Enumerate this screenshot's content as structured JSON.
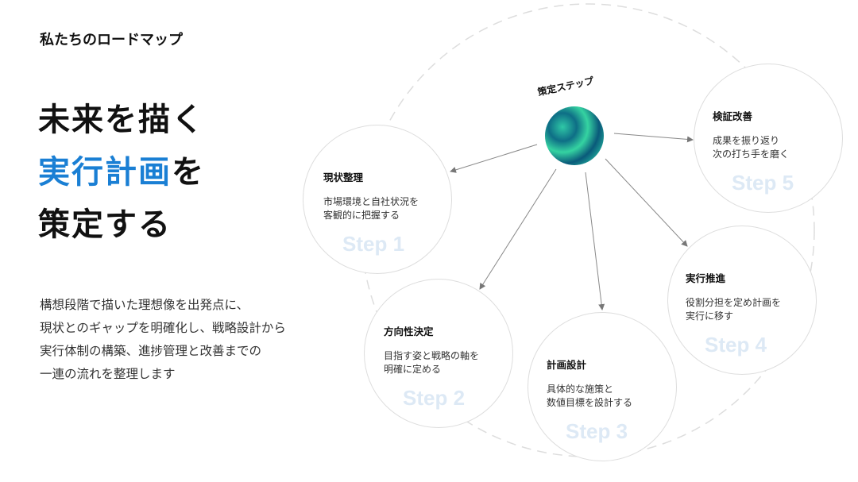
{
  "kicker": "私たちのロードマップ",
  "headline": {
    "line1": "未来を描く",
    "accent": "実行計画",
    "line2_rest": "を",
    "line3": "策定する"
  },
  "description": [
    "構想段階で描いた理想像を出発点に、",
    "現状とのギャップを明確化し、戦略設計から",
    "実行体制の構築、進捗管理と改善までの",
    "一連の流れを整理します"
  ],
  "hub": {
    "label": "策定ステップ"
  },
  "steps": [
    {
      "title": "現状整理",
      "desc": [
        "市場環境と自社状況を",
        "客観的に把握する"
      ],
      "step": "Step 1"
    },
    {
      "title": "方向性決定",
      "desc": [
        "目指す姿と戦略の軸を",
        "明確に定める"
      ],
      "step": "Step 2"
    },
    {
      "title": "計画設計",
      "desc": [
        "具体的な施策と",
        "数値目標を設計する"
      ],
      "step": "Step 3"
    },
    {
      "title": "実行推進",
      "desc": [
        "役割分担を定め計画を",
        "実行に移す"
      ],
      "step": "Step 4"
    },
    {
      "title": "検証改善",
      "desc": [
        "成果を振り返り",
        "次の打ち手を磨く"
      ],
      "step": "Step 5"
    }
  ],
  "colors": {
    "accent": "#1a7fd4",
    "step_label": "#dde9f5"
  }
}
